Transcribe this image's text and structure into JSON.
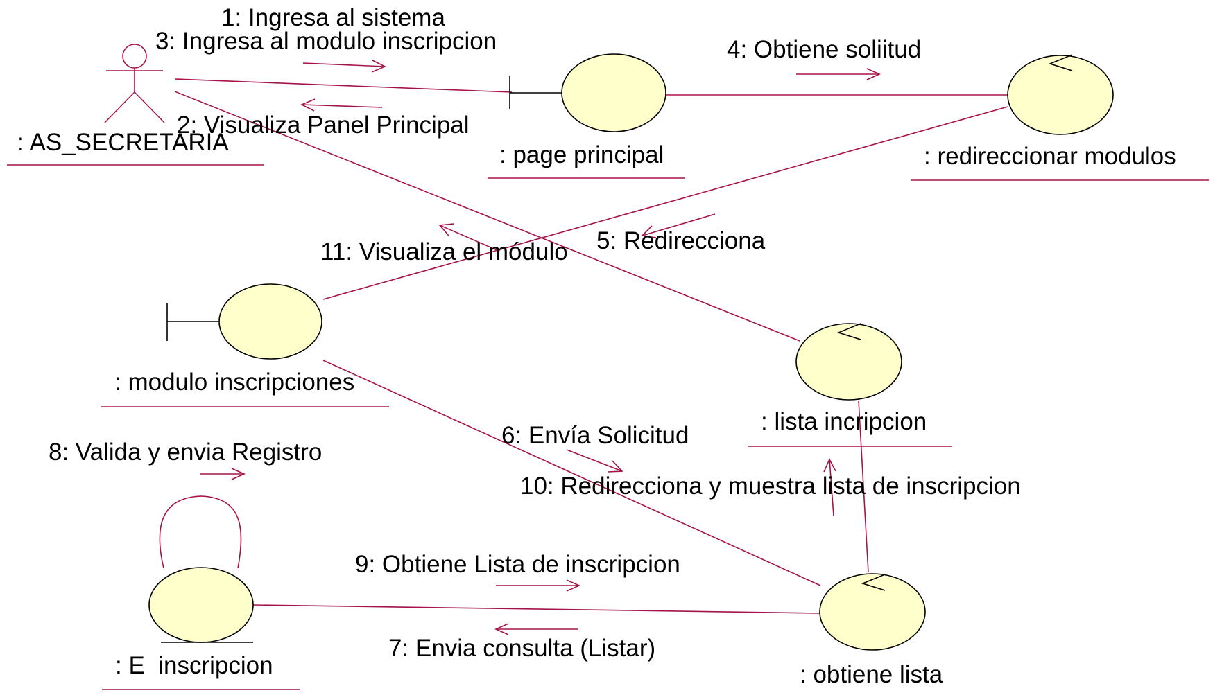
{
  "colors": {
    "line": "#a5134b",
    "object_fill": "#ffffcc",
    "object_stroke": "#000000",
    "text": "#000000",
    "background": "#ffffff"
  },
  "objects": {
    "secretaria": {
      "label": ": AS_SECRETARIA",
      "kind": "actor"
    },
    "page_principal": {
      "label": ": page principal",
      "kind": "boundary"
    },
    "redireccionar": {
      "label": ": redireccionar modulos",
      "kind": "control"
    },
    "modulo_inscripciones": {
      "label": ": modulo inscripciones",
      "kind": "boundary"
    },
    "lista_incripcion": {
      "label": ": lista incripcion",
      "kind": "control"
    },
    "e_inscripcion": {
      "label": ": E  inscripcion",
      "kind": "entity"
    },
    "obtiene_lista": {
      "label": ": obtiene lista",
      "kind": "control"
    }
  },
  "messages": {
    "m1": "1: Ingresa al sistema",
    "m2": "2: Visualiza Panel Principal",
    "m3": "3: Ingresa al modulo inscripcion",
    "m4": "4: Obtiene soliitud",
    "m5": "5: Redirecciona",
    "m6": "6: Envía Solicitud",
    "m7": "7: Envia consulta (Listar)",
    "m8": "8: Valida y envia Registro",
    "m9": "9: Obtiene Lista de inscripcion",
    "m10": "10: Redirecciona y muestra lista de inscripcion",
    "m11": "11: Visualiza el módulo"
  }
}
